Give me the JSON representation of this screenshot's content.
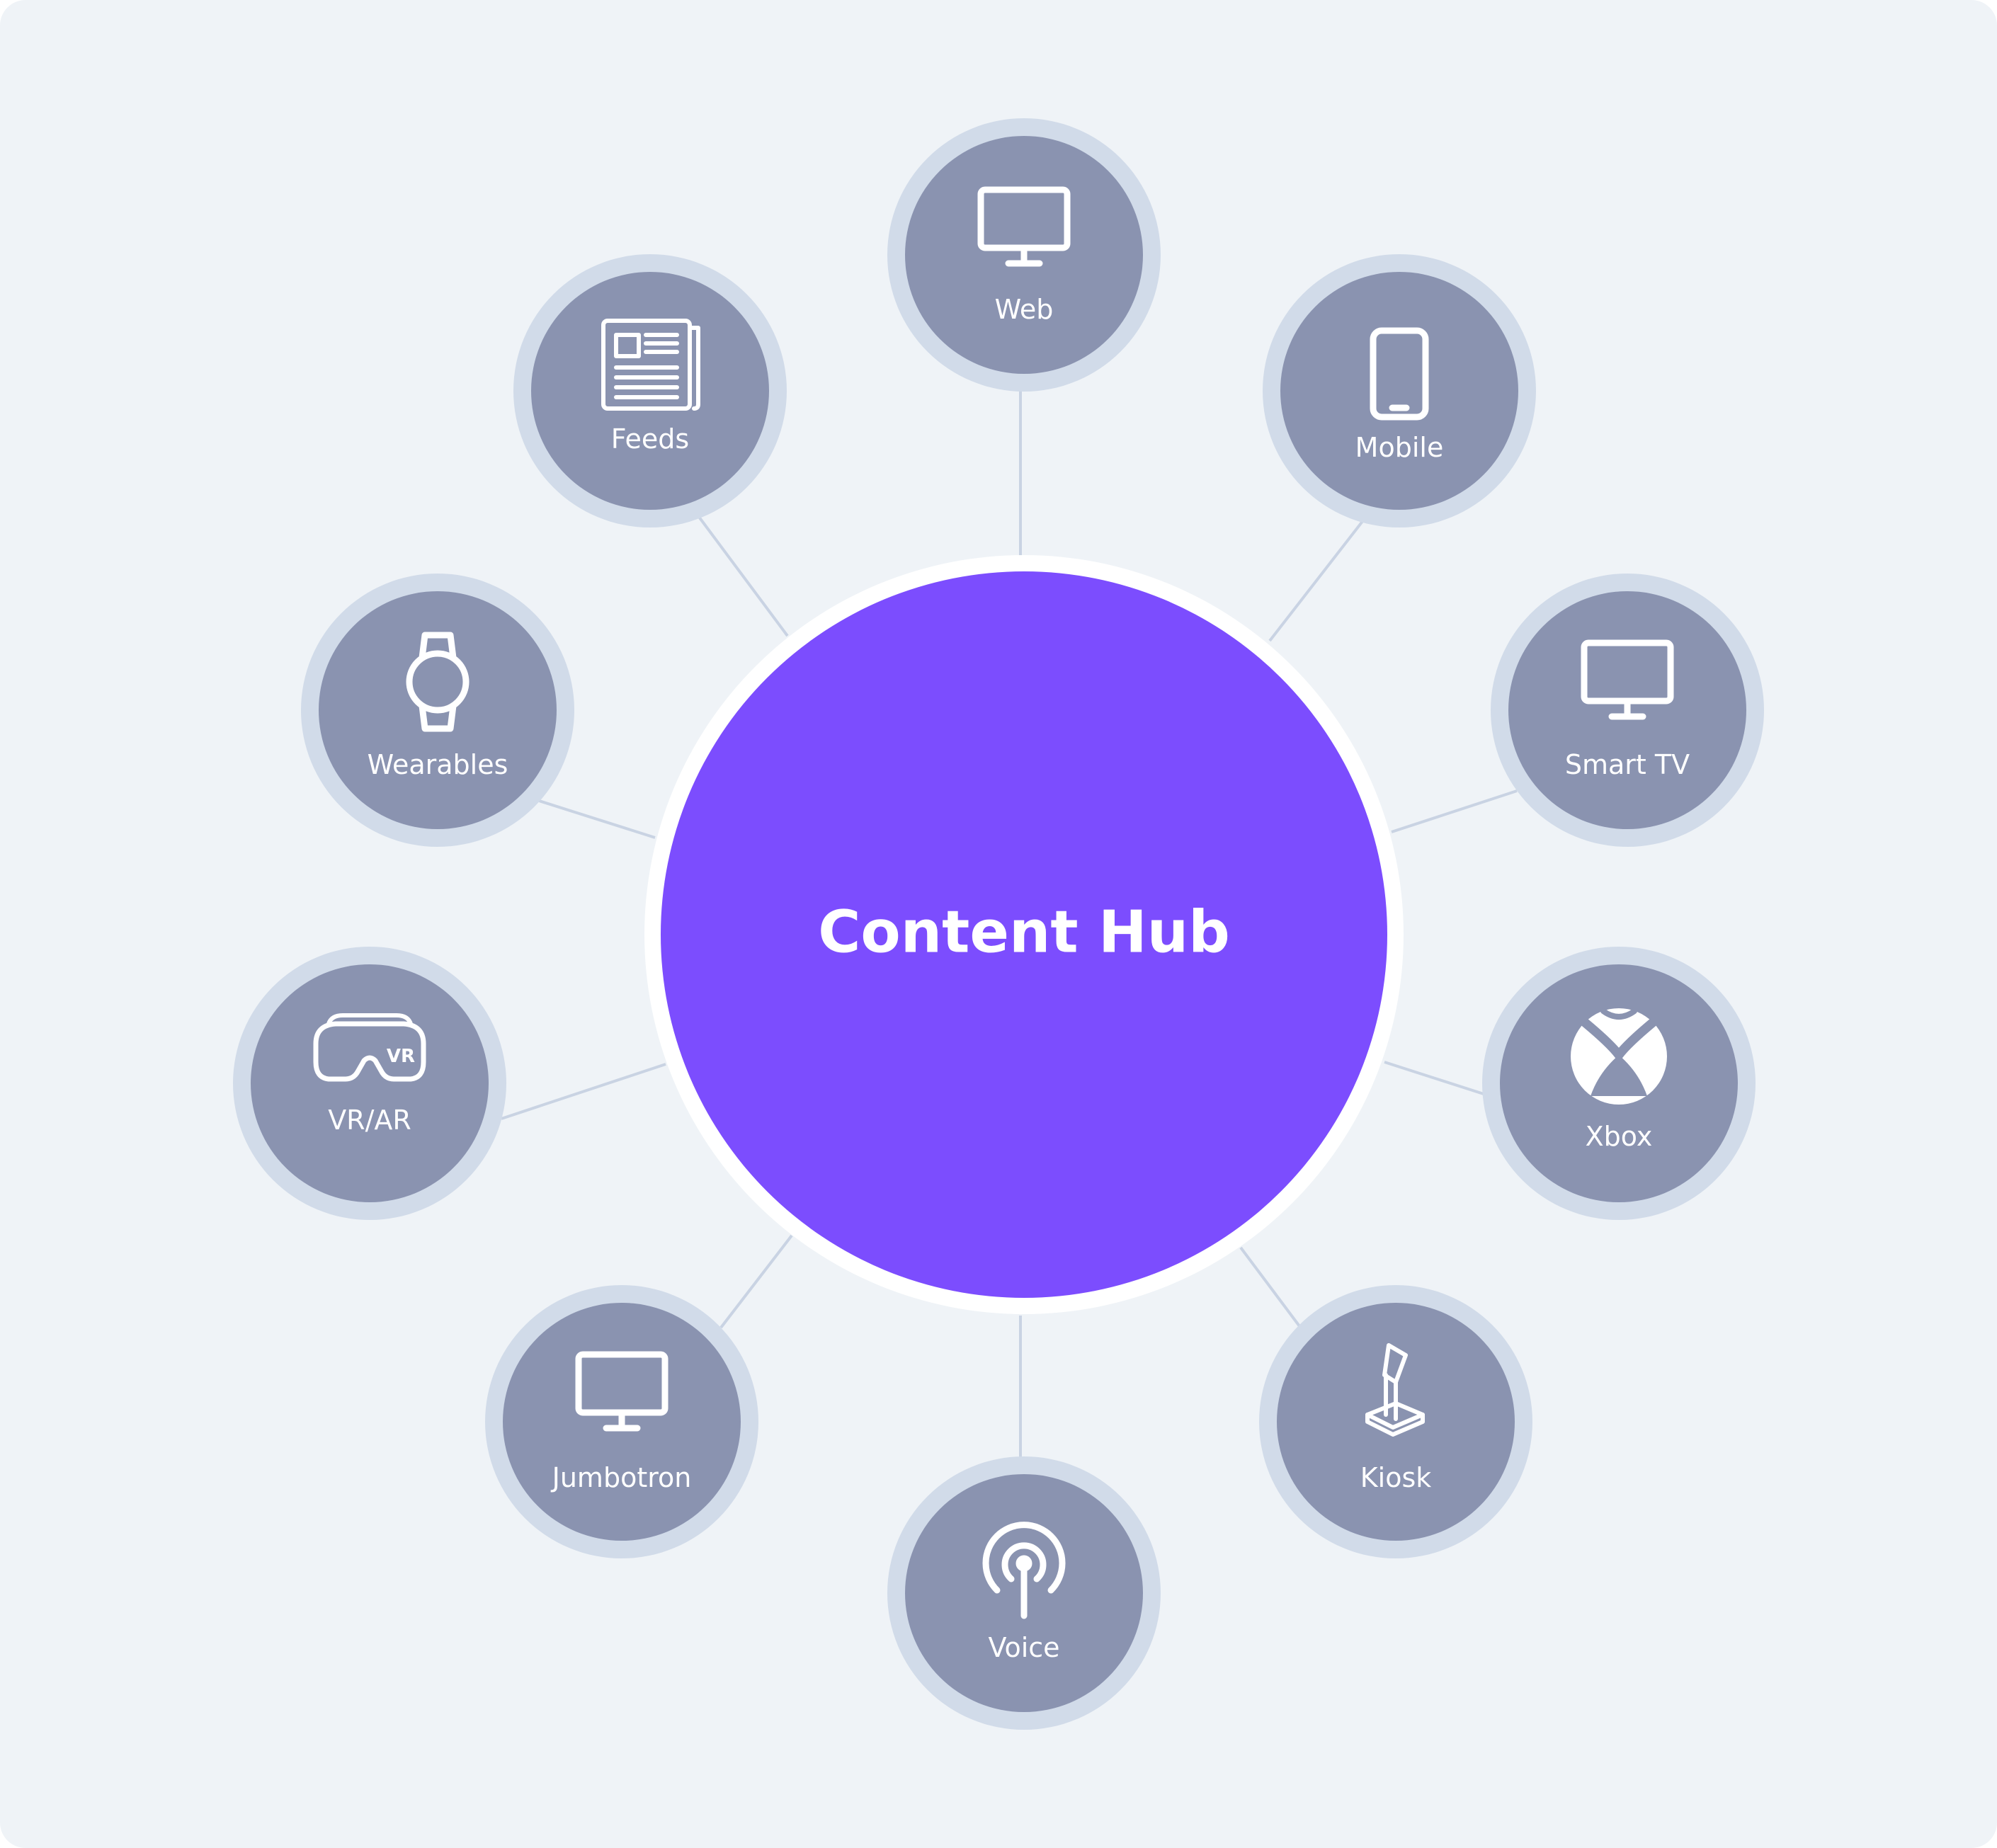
{
  "hub": {
    "label": "Content Hub",
    "color": "#7c4dfe"
  },
  "colors": {
    "background": "#eff3f7",
    "node_fill": "#8a93b0",
    "node_ring": "#d1dbe9",
    "connector": "#c9d3e3"
  },
  "nodes": [
    {
      "label": "Web",
      "icon": "monitor-icon"
    },
    {
      "label": "Mobile",
      "icon": "mobile-phone-icon"
    },
    {
      "label": "Smart TV",
      "icon": "monitor-icon"
    },
    {
      "label": "Xbox",
      "icon": "xbox-logo-icon"
    },
    {
      "label": "Kiosk",
      "icon": "kiosk-icon"
    },
    {
      "label": "Voice",
      "icon": "voice-broadcast-icon"
    },
    {
      "label": "Jumbotron",
      "icon": "monitor-icon"
    },
    {
      "label": "VR/AR",
      "icon": "vr-headset-icon"
    },
    {
      "label": "Wearables",
      "icon": "smartwatch-icon"
    },
    {
      "label": "Feeds",
      "icon": "newspaper-icon"
    }
  ]
}
